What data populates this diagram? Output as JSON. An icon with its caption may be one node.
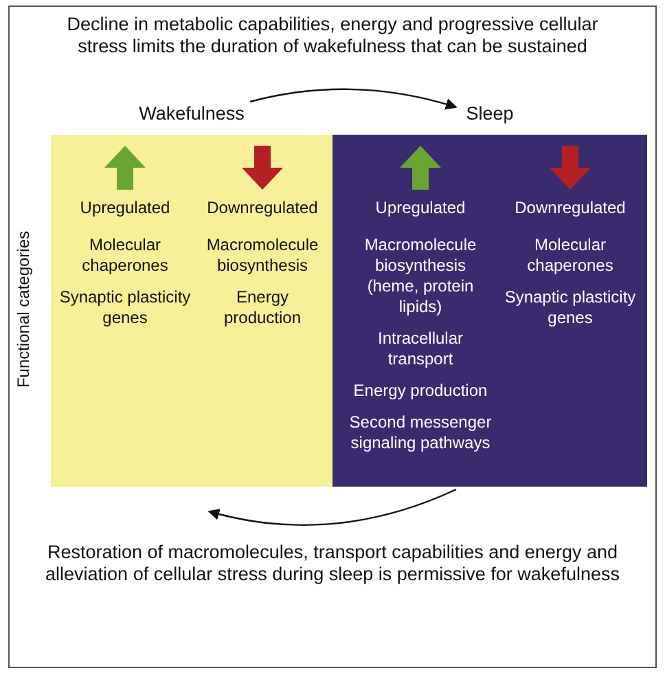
{
  "diagram": {
    "nodes": [
      {
        "text": [
          "Wakefulness",
          "Upregulated",
          "Molecular chaperones",
          "Synaptic plasticity genes",
          "Downregulated",
          "Macromolecule biosynthesis",
          "Energy production"
        ]
      },
      {
        "text": [
          "Sleep",
          "Upregulated",
          "Macromolecule biosynthesis (heme, protein lipids)",
          "Intracellular transport",
          "Energy production",
          "Second messenger signaling pathways",
          "Downregulated",
          "Molecular chaperones",
          "Synaptic plasticity genes"
        ]
      }
    ],
    "edges": [
      {
        "from": 0,
        "to": 1,
        "arrow": "to"
      },
      {
        "from": 1,
        "to": 0,
        "arrow": "to"
      }
    ],
    "labels": [
      "Decline in metabolic capabilities, energy and progressive cellular stress limits the duration of wakefulness that can be sustained",
      "Functional categories",
      "Restoration of macromolecules, transport capabilities and energy and alleviation of cellular stress during sleep is permissive for wakefulness"
    ]
  }
}
